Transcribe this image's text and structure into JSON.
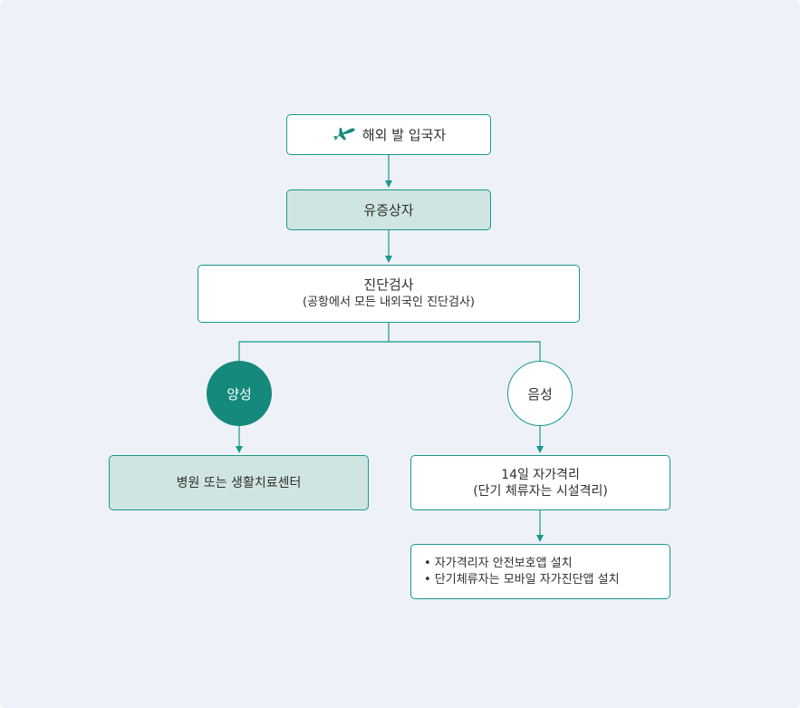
{
  "diagram": {
    "arrival": {
      "label": "해외 발 입국자",
      "icon": "airplane-icon"
    },
    "symptomatic": {
      "label": "유증상자"
    },
    "test": {
      "title": "진단검사",
      "subtitle": "(공항에서 모든 내외국인 진단검사)"
    },
    "positive": {
      "label": "양성"
    },
    "negative": {
      "label": "음성"
    },
    "hospital": {
      "label": "병원 또는 생활치료센터"
    },
    "quarantine": {
      "title": "14일 자가격리",
      "subtitle": "(단기 체류자는 시설격리)"
    },
    "apps": {
      "items": [
        "• 자가격리자 안전보호앱 설치",
        "• 단기체류자는 모바일 자가진단앱 설치"
      ]
    }
  },
  "colors": {
    "background": "#eff1f9",
    "accent": "#15897c",
    "line": "#159a8c",
    "fill": "#cfe5e1"
  }
}
